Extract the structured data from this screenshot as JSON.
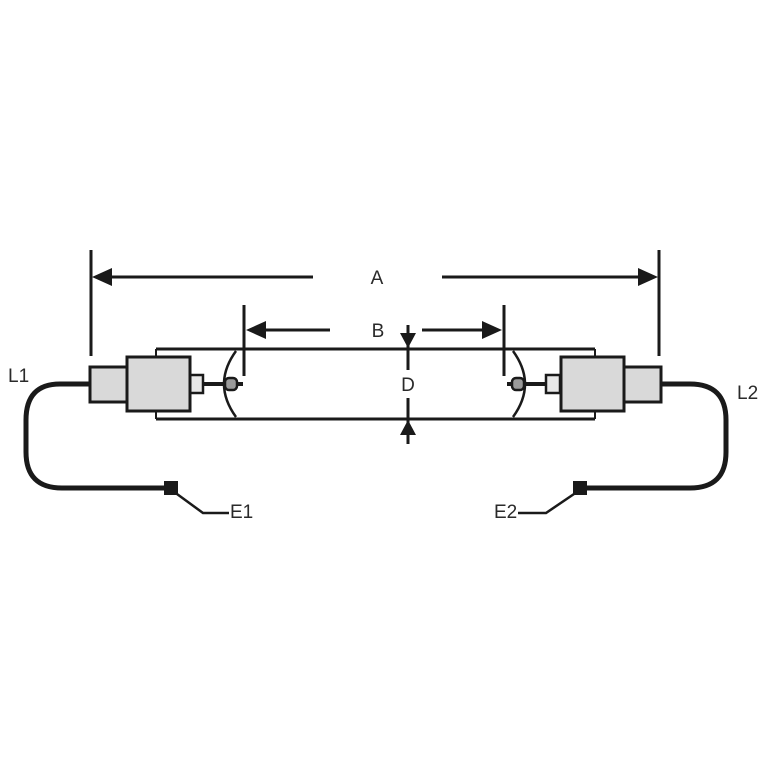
{
  "diagram": {
    "type": "lamp-dimension-drawing",
    "colors": {
      "line": "#1a1a1a",
      "base_fill": "#d9d9d9",
      "background": "#ffffff",
      "electrode_fill": "#9a9a9a"
    },
    "dimensions": {
      "A": "A",
      "B": "B",
      "D": "D"
    },
    "leads": {
      "L1": "L1",
      "L2": "L2"
    },
    "ends": {
      "E1": "E1",
      "E2": "E2"
    }
  }
}
